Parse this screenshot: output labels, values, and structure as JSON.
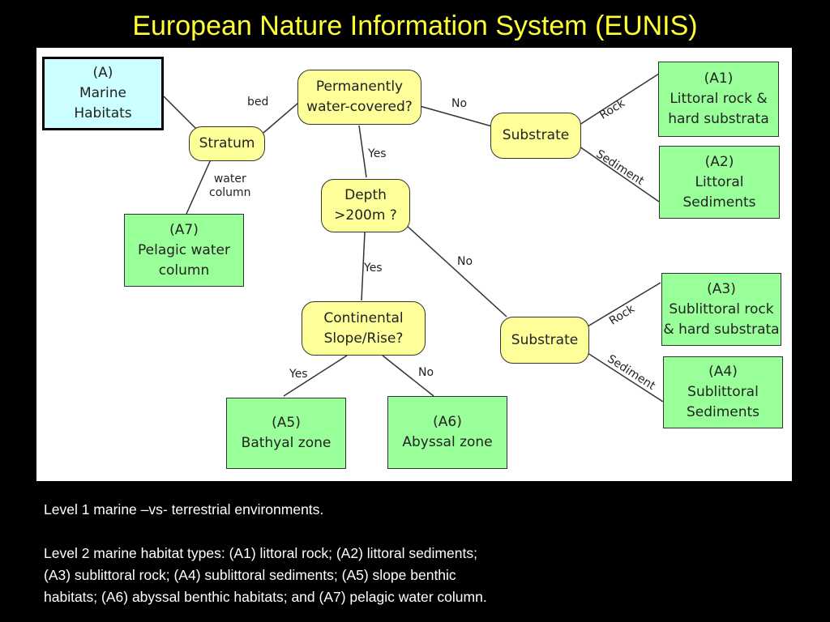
{
  "slide": {
    "title": "European Nature Information System (EUNIS)"
  },
  "diagram": {
    "nodes": {
      "marine_habitats": "(A)\nMarine\nHabitats",
      "stratum": "Stratum",
      "permanently_water_covered": "Permanently\nwater-covered?",
      "substrate_upper": "Substrate",
      "substrate_lower": "Substrate",
      "depth": "Depth\n>200m ?",
      "continental_slope": "Continental\nSlope/Rise?",
      "a1": "(A1)\nLittoral rock &\nhard substrata",
      "a2": "(A2)\nLittoral\nSediments",
      "a3": "(A3)\nSublittoral rock\n& hard substrata",
      "a4": "(A4)\nSublittoral\nSediments",
      "a5": "(A5)\nBathyal zone",
      "a6": "(A6)\nAbyssal zone",
      "a7": "(A7)\nPelagic water\ncolumn"
    },
    "edges": {
      "bed": "bed",
      "water_column": "water\ncolumn",
      "no_upper": "No",
      "yes_depth": "Yes",
      "rock_upper": "Rock",
      "sediment_upper": "Sediment",
      "yes_slope": "Yes",
      "no_depth": "No",
      "rock_lower": "Rock",
      "sediment_lower": "Sediment",
      "yes_bathyal": "Yes",
      "no_abyssal": "No"
    },
    "colors": {
      "decision_fill": "#ffff99",
      "habitat_fill": "#99ff99",
      "root_fill": "#ccffff"
    }
  },
  "caption": {
    "level1": "Level 1 marine –vs-  terrestrial environments.",
    "level2": "Level 2 marine habitat types: (A1) littoral rock; (A2) littoral sediments;\n(A3) sublittoral rock; (A4) sublittoral sediments; (A5) slope benthic\nhabitats; (A6) abyssal benthic habitats; and (A7) pelagic water column."
  }
}
